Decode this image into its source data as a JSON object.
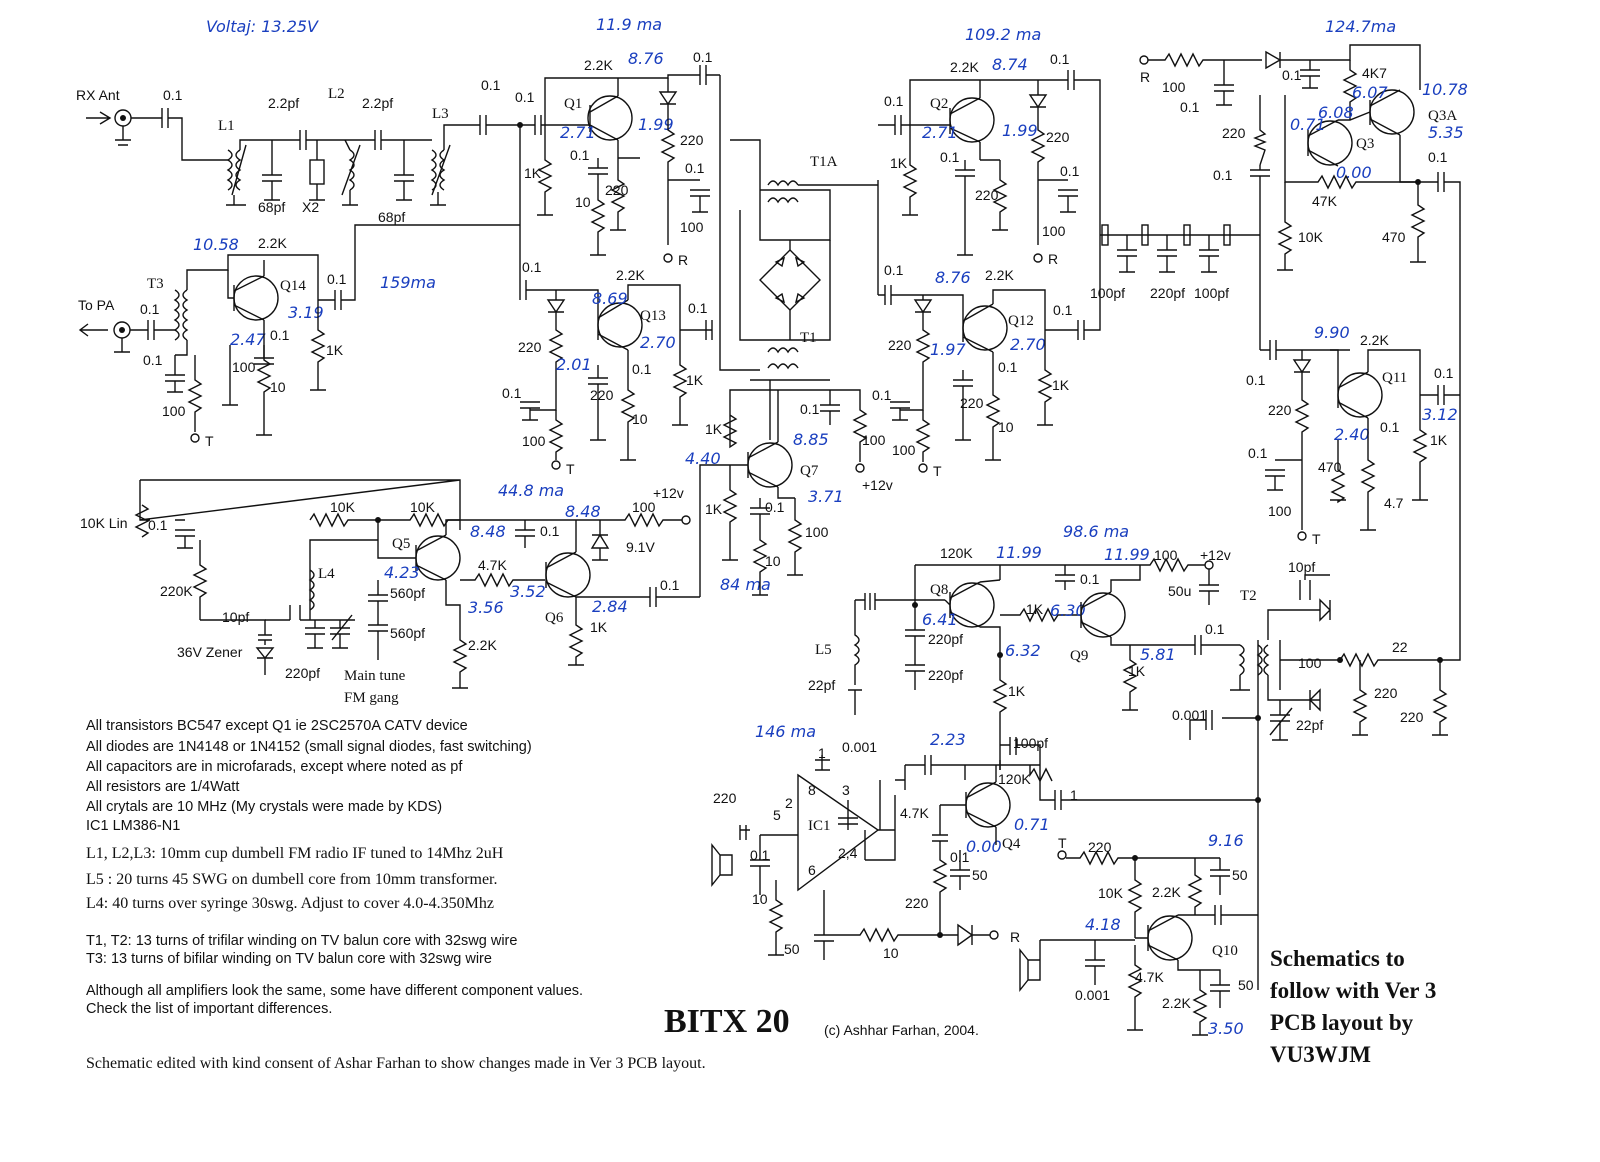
{
  "header": {
    "voltage": "Voltaj: 13.25V"
  },
  "measurements": {
    "q1_current": "11.9 ma",
    "q2_current": "109.2 ma",
    "q3_current": "124.7ma",
    "q14_current": "159ma",
    "q5_current": "44.8 ma",
    "q7_current": "84 ma",
    "q8_current": "98.6 ma",
    "ic1_current": "146 ma"
  },
  "voltages": {
    "q1_c": "8.76",
    "q1_b": "2.71",
    "q1_e": "1.99",
    "q2_c": "8.74",
    "q2_b": "2.71",
    "q2_e": "1.99",
    "q13_c": "8.69",
    "q13_b": "2.01",
    "q13_e": "2.70",
    "q12_c": "8.76",
    "q12_b": "1.97",
    "q12_e": "2.70",
    "q14_c": "10.58",
    "q14_e": "3.19",
    "q14_b": "2.47",
    "q3_c": "10.78",
    "q3_e": "5.35",
    "q3_b1": "6.08",
    "q3_b2": "6.07",
    "q3_b3": "0.71",
    "q3_b4": "0.00",
    "q11_c": "9.90",
    "q11_e": "3.12",
    "q11_b": "2.40",
    "q5_c": "8.48",
    "q5_b": "4.23",
    "q5_e": "3.56",
    "q6_c": "8.48",
    "q6_b": "3.52",
    "q6_e": "2.84",
    "q7_c": "8.85",
    "q7_b": "4.40",
    "q7_e": "3.71",
    "q8_c": "11.99",
    "q8_b": "6.41",
    "q8_e": "6.32",
    "q9_c": "11.99",
    "q9_b": "6.30",
    "q9_e": "5.81",
    "q4_c": "2.23",
    "q4_e": "0.71",
    "q4_b": "0.00",
    "q10_c": "9.16",
    "q10_b": "4.18",
    "q10_e": "3.50"
  },
  "components": {
    "rx_ant": "RX Ant",
    "to_pa": "To PA",
    "L1": "L1",
    "L2": "L2",
    "L3": "L3",
    "L4": "L4",
    "L5": "L5",
    "X2": "X2",
    "T1": "T1",
    "T1A": "T1A",
    "T2": "T2",
    "T3": "T3",
    "Q1": "Q1",
    "Q2": "Q2",
    "Q3": "Q3",
    "Q3A": "Q3A",
    "Q4": "Q4",
    "Q5": "Q5",
    "Q6": "Q6",
    "Q7": "Q7",
    "Q8": "Q8",
    "Q9": "Q9",
    "Q10": "Q10",
    "Q11": "Q11",
    "Q12": "Q12",
    "Q13": "Q13",
    "Q14": "Q14",
    "IC1": "IC1",
    "pot_10k": "10K Lin",
    "zener": "36V Zener",
    "zener_91": "9.1V",
    "main_tune": "Main tune",
    "fm_gang": "FM gang",
    "plus12v": "+12v",
    "R": "R",
    "T": "T",
    "c01": "0.1",
    "c22pf": "2.2pf",
    "c68pf": "68pf",
    "c100pf": "100pf",
    "c220pf": "220pf",
    "c560pf": "560pf",
    "c10pf": "10pf",
    "c22pfb": "22pf",
    "c0001": "0.001",
    "c50": "50",
    "c50u": "50u",
    "r22k": "2.2K",
    "r220": "220",
    "r1k": "1K",
    "r10": "10",
    "r100": "100",
    "r10k": "10K",
    "r4k7": "4.7K",
    "r4k7b": "4K7",
    "r47k": "47K",
    "r470": "470",
    "r120k": "120K",
    "r220k": "220K",
    "r22": "22",
    "r47": "4.7",
    "ic_pin1": "1",
    "ic_pin8": "8",
    "ic_pin3": "3",
    "ic_pin2": "2",
    "ic_pin24": "2,4",
    "ic_pin5": "5",
    "ic_pin6": "6"
  },
  "notes": [
    "All transistors BC547 except Q1 ie 2SC2570A CATV device",
    "All diodes are 1N4148 or 1N4152 (small signal diodes, fast switching)",
    "All capacitors are in microfarads, except where noted as pf",
    "All resistors are 1/4Watt",
    "All crytals are 10 MHz (My crystals were made by KDS)",
    "IC1 LM386-N1"
  ],
  "coil_notes": [
    "L1, L2,L3: 10mm cup dumbell FM radio IF tuned to 14Mhz     2uH",
    "L5 : 20 turns 45 SWG on dumbell core from 10mm transformer.",
    "L4: 40 turns over syringe 30swg. Adjust to cover 4.0-4.350Mhz"
  ],
  "transformer_notes": [
    "T1, T2: 13 turns of trifilar winding on TV balun core with 32swg wire",
    "T3: 13 turns of bifilar winding on TV balun core with 32swg wire"
  ],
  "amp_notes": [
    "Although all amplifiers look the same, some have different component values.",
    "Check the list of important differences."
  ],
  "title": "BITX 20",
  "credit": "(c) Ashhar Farhan, 2004.",
  "edit_note": "Schematic edited with kind consent of Ashar Farhan to show changes made in Ver 3 PCB layout.",
  "ver3_note": [
    "Schematics to",
    "follow with Ver 3",
    "PCB layout by",
    "VU3WJM"
  ],
  "colors": {
    "ink": "#111111",
    "handwriting": "#1a3fbf",
    "paper": "#ffffff"
  }
}
